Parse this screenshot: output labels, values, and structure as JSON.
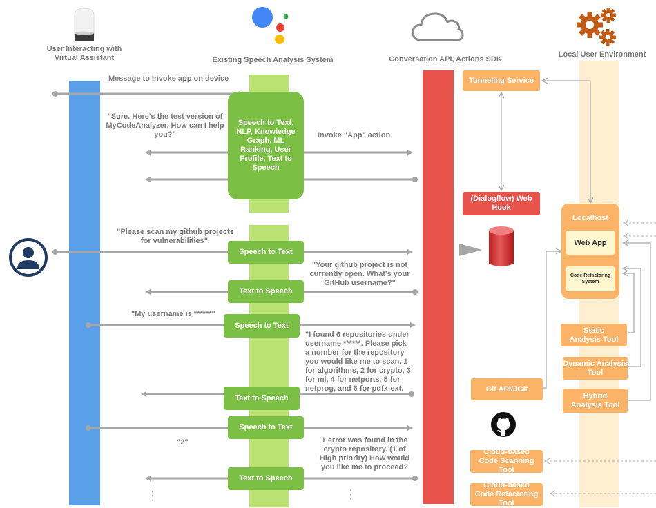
{
  "colors": {
    "blue_lane": "#5aa0e8",
    "green_lane": "#b9e272",
    "green_box": "#7bbf45",
    "red_lane": "#e8534c",
    "orange_box": "#fbb368",
    "local_lane": "#fdefd0",
    "arrow": "#a6a6a6"
  },
  "headers": {
    "user": "User Interacting with Virtual Assistant",
    "speech": "Existing Speech Analysis System",
    "conversation": "Conversation API, Actions SDK",
    "local": "Local User Environment"
  },
  "icons": {
    "user_device": "smart-speaker-icon",
    "speech_system": "assistant-dots-icon",
    "conversation": "cloud-icon",
    "local": "gears-icon",
    "user_avatar": "user-icon",
    "database": "database-icon",
    "github": "github-icon"
  },
  "messages": {
    "m1": "Message to Invoke app on device",
    "m2": "\"Sure. Here's the test version of MyCodeAnalyzer. How can I help you?\"",
    "m3": "Invoke \"App\" action",
    "m4": "\"Please scan my github projects for vulnerabilities\".",
    "m5": "\"Your github project is not currently open. What's your GitHub username?\"",
    "m6": "\"My username is ******\"",
    "m7": "\"I found 6 repositories under username ******. Please pick a number for the repository you would like me to scan. 1 for algorithms, 2 for crypto, 3 for ml, 4 for netports, 5 for netprog, and 6 for pdfx-ext.",
    "m8": "\"2\"",
    "m9": "1 error was found in the crypto repository. (1 of High priority) How would you like me to proceed?"
  },
  "speech_boxes": {
    "main": "Speech to Text, NLP, Knowledge Graph, ML Ranking, User Profile, Text to Speech",
    "s1": "Speech to Text",
    "s2": "Text to Speech",
    "s3": "Speech to Text",
    "s4": "Text to Speech",
    "s5": "Speech to Text",
    "s6": "Text to Speech"
  },
  "services": {
    "tunneling": "Tunneling Service",
    "webhook": "(Dialogflow) Web Hook",
    "git_api": "Git API/JGit",
    "cloud_scan": "Cloud-based Code Scanning Tool",
    "cloud_refactor": "Cloud-based Code Refactoring Tool"
  },
  "local": {
    "localhost": "Localhost",
    "web_app": "Web App",
    "code_refactoring": "Code Refactoring System",
    "static": "Static Analysis Tool",
    "dynamic": "Dynamic Analysis Tool",
    "hybrid": "Hybrid Analysis Tool"
  },
  "continuation": "⋮"
}
